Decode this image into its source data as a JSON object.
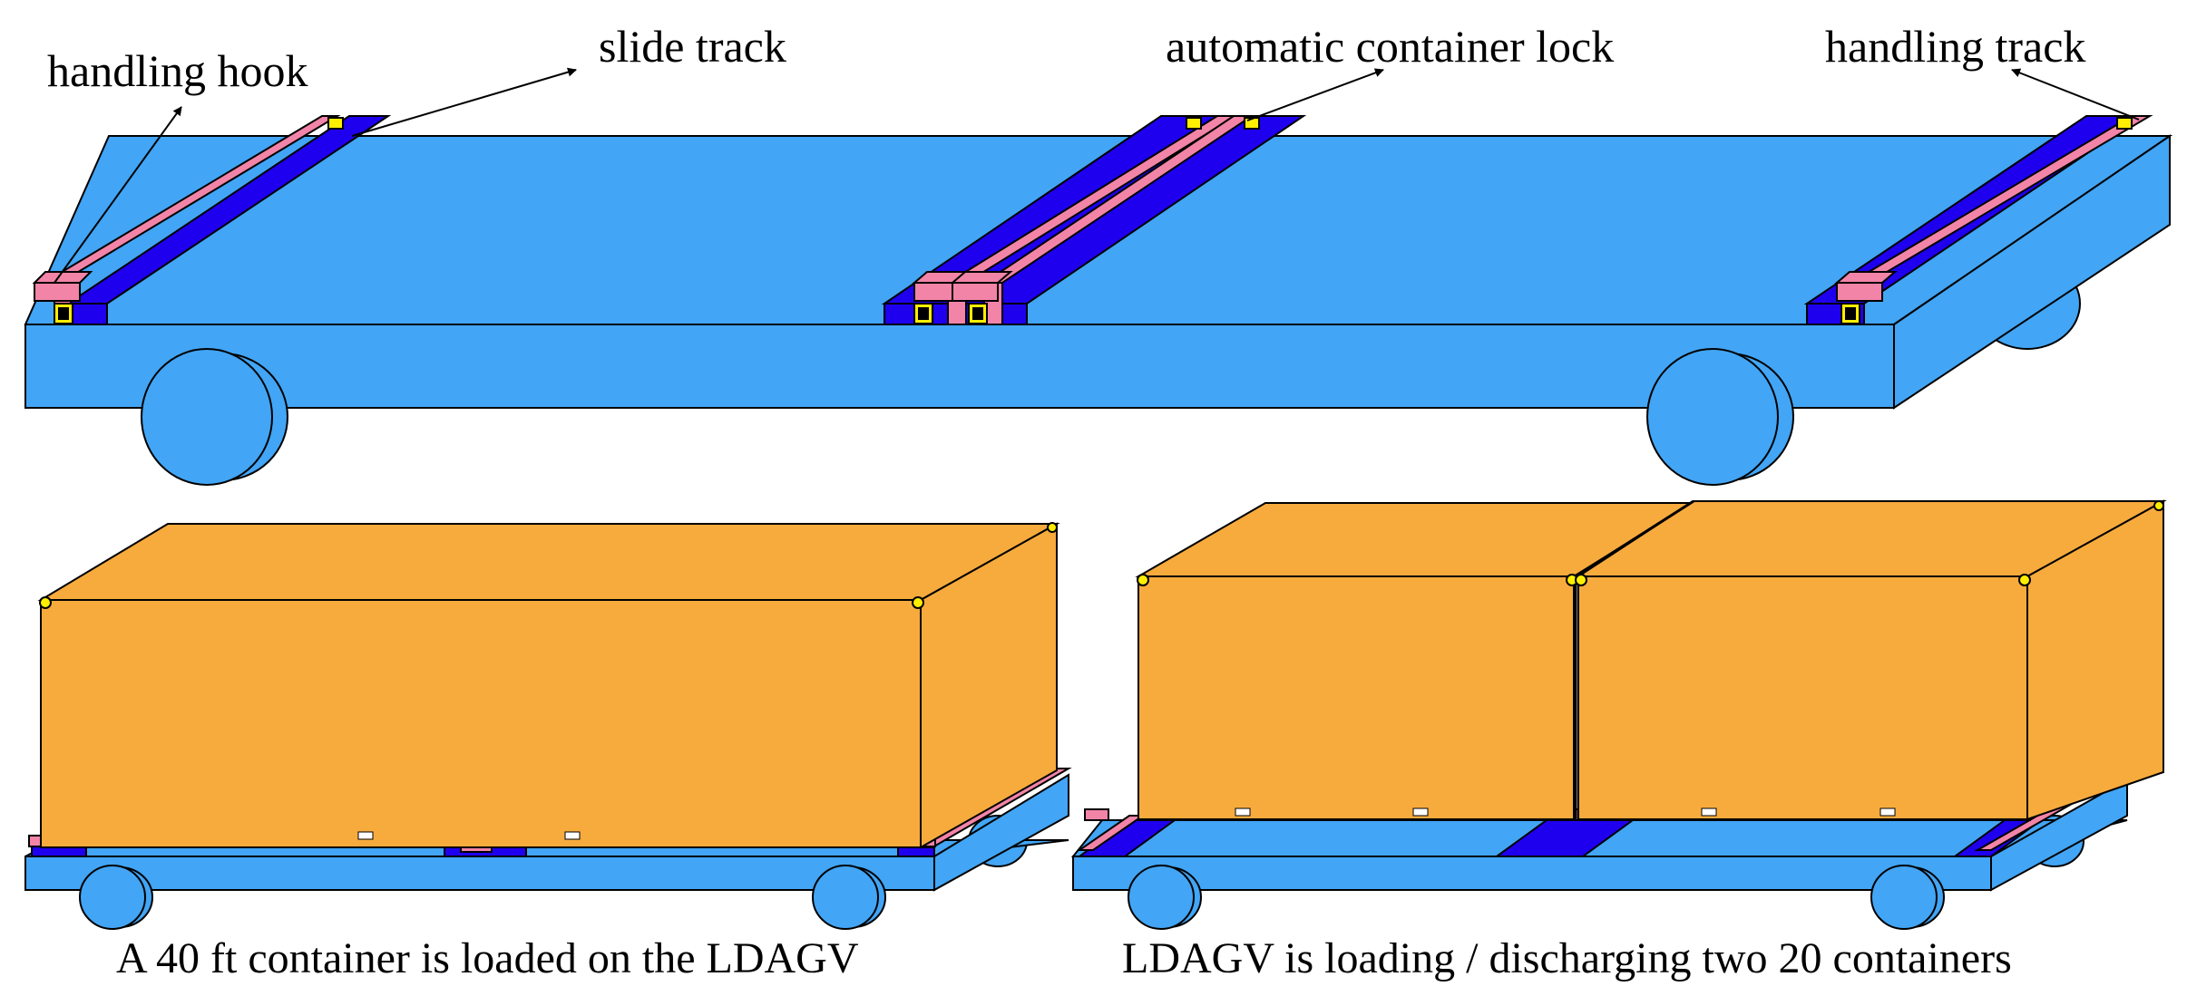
{
  "callouts": {
    "handling_hook": "handling hook",
    "slide_track": "slide track",
    "automatic_container_lock": "automatic container lock",
    "handling_track": "handling track"
  },
  "captions": {
    "left": "A 40 ft container is loaded on the LDAGV",
    "right": "LDAGV is loading / discharging two 20 containers"
  },
  "colors": {
    "vehicle_body": "#42a5f5",
    "slide_track": "#1f00ee",
    "handling_hook_and_track": "#f284a8",
    "container": "#f7ab3d",
    "lock": "#ffee00",
    "outline": "#000000"
  }
}
